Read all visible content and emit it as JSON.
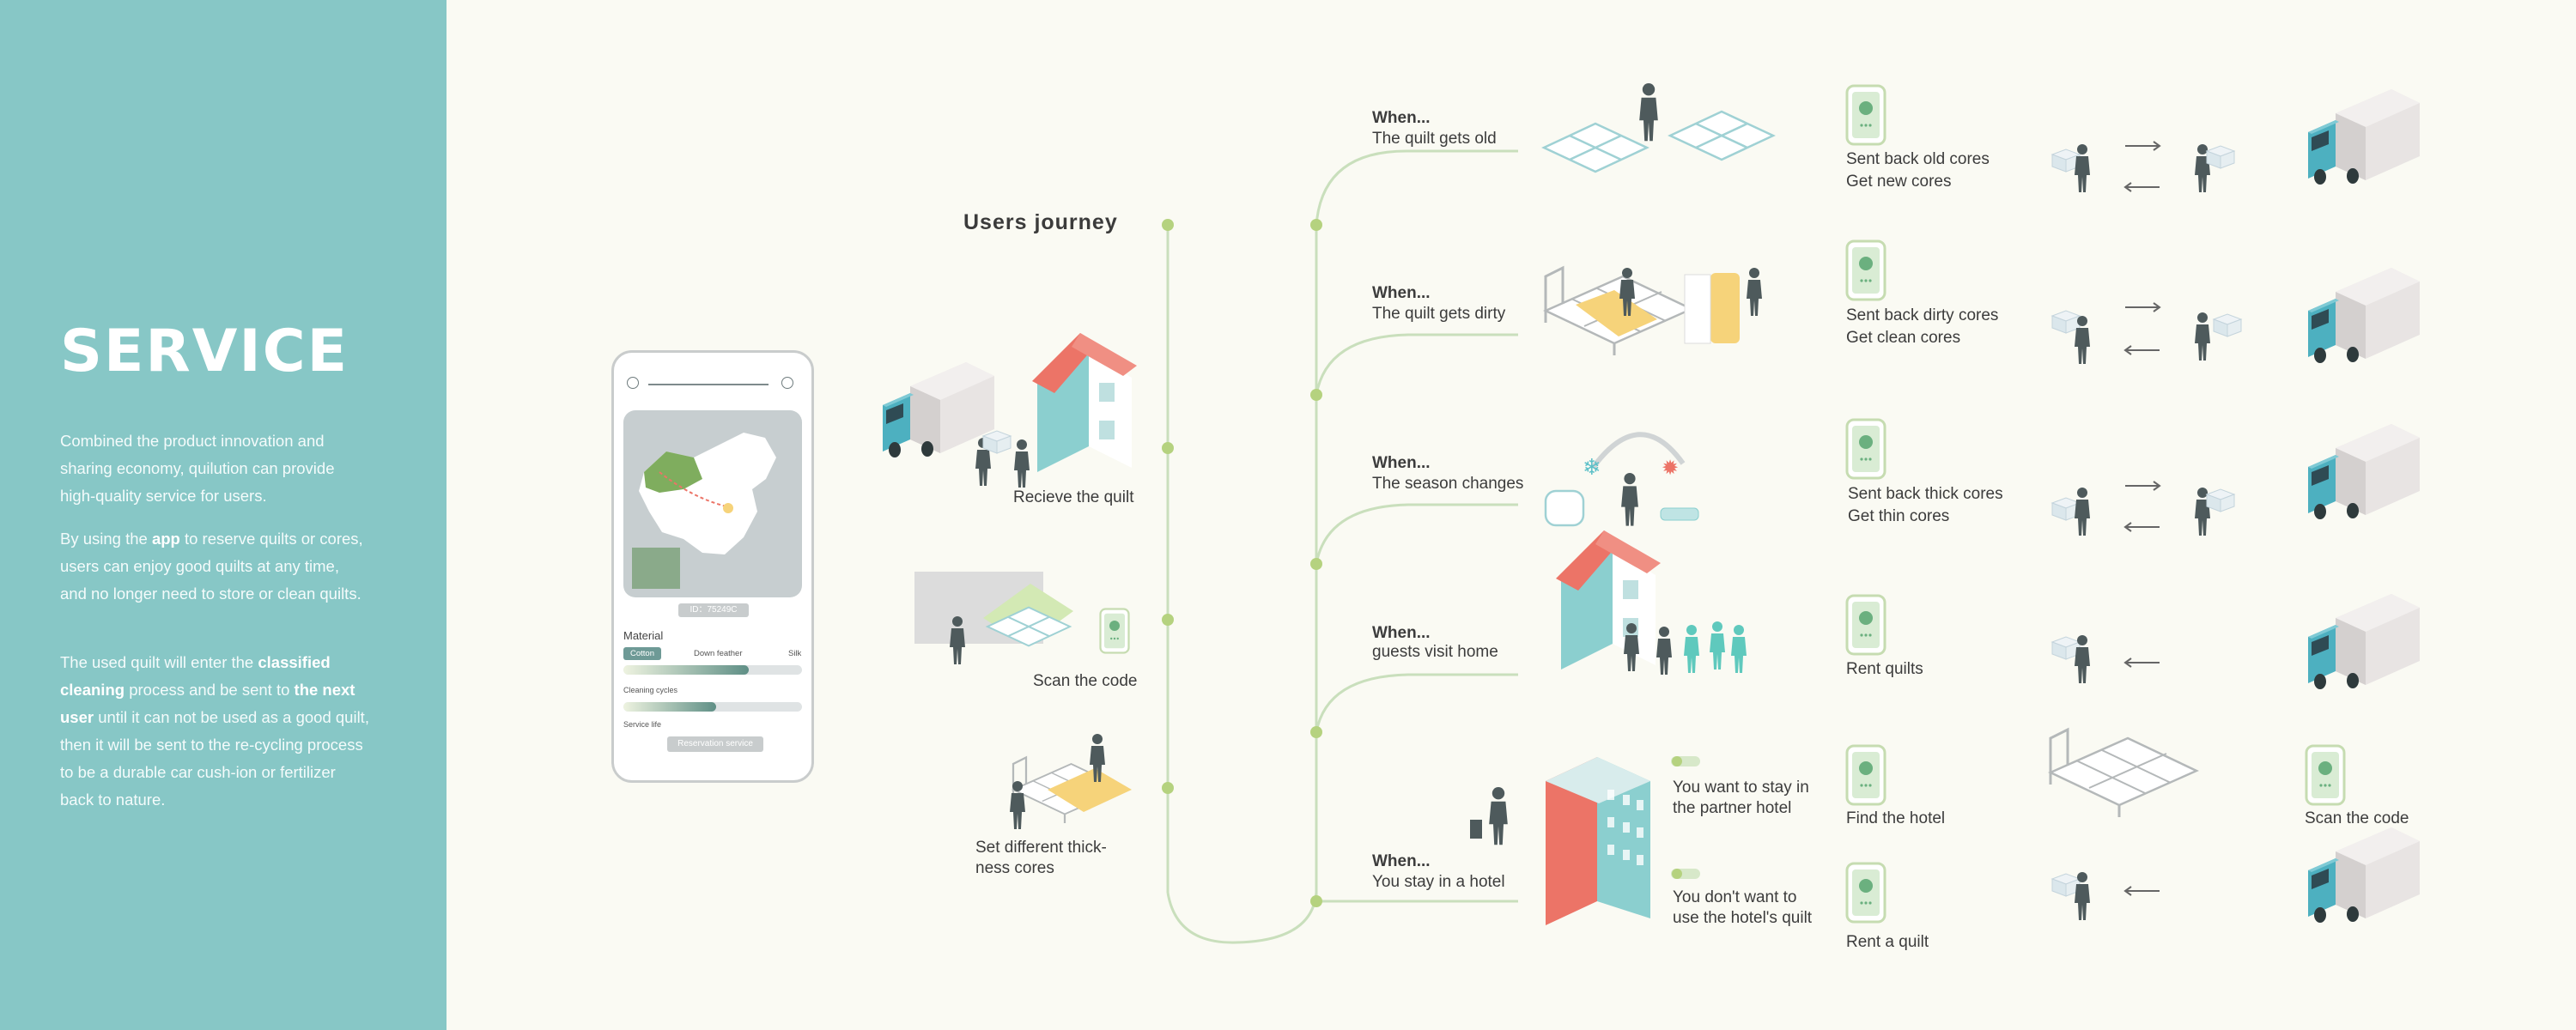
{
  "sidebar": {
    "title": "SERVICE",
    "paragraph1": "Combined the product innovation and sharing economy, quilution can provide high-quality service for users.",
    "paragraph2_pre": "By using the ",
    "paragraph2_bold": "app",
    "paragraph2_post": " to reserve quilts or cores, users can enjoy good quilts at any time, and no longer need to store or clean quilts.",
    "paragraph3_pre": "The used quilt will enter the ",
    "paragraph3_bold1": "classified cleaning",
    "paragraph3_mid": " process and be sent to ",
    "paragraph3_bold2": "the next user",
    "paragraph3_post": " until it can not be used as a good quilt, then it will be sent to the re-cycling process to be a durable car cush-ion or fertilizer back to nature."
  },
  "phone": {
    "id_label": "ID：75249C",
    "material_title": "Material",
    "options": [
      "Cotton",
      "Down feather",
      "Silk"
    ],
    "cleaning_label": "Cleaning cycles",
    "service_label": "Service life",
    "cleaning_fraction": 0.7,
    "service_fraction": 0.52,
    "reserve_button": "Reservation service"
  },
  "journey": {
    "heading": "Users journey",
    "steps": [
      {
        "label": "Recieve the quilt"
      },
      {
        "label": "Scan the code"
      },
      {
        "label": "Set different thick-ness cores"
      }
    ]
  },
  "scenarios": [
    {
      "when": "When...",
      "situation": "The quilt gets old",
      "action1": "Sent back old cores",
      "action2": "Get new cores"
    },
    {
      "when": "When...",
      "situation": "The quilt gets dirty",
      "action1": "Sent back dirty cores",
      "action2": "Get clean cores"
    },
    {
      "when": "When...",
      "situation": "The season changes",
      "action1": "Sent back thick cores",
      "action2": "Get thin cores"
    },
    {
      "when": "When...",
      "situation": "guests visit home",
      "action1": "Rent quilts",
      "action2": ""
    },
    {
      "when": "When...",
      "situation": "You stay in a hotel",
      "action1": "",
      "action2": ""
    }
  ],
  "hotel_options": [
    {
      "text": "You want to stay in the partner hotel",
      "result": "Find the hotel",
      "extra": "Scan the code"
    },
    {
      "text": "You don't want to use the hotel's quilt",
      "result": "Rent a quilt",
      "extra": ""
    }
  ],
  "colors": {
    "sidebar": "#87c7c6",
    "line": "#c9dfbc",
    "node": "#b5d27f",
    "person": "#4e5a5c",
    "coral": "#ec7467",
    "teal": "#8bcfcf",
    "yellow": "#f6d37a",
    "truck_cab": "#4db0c0"
  }
}
